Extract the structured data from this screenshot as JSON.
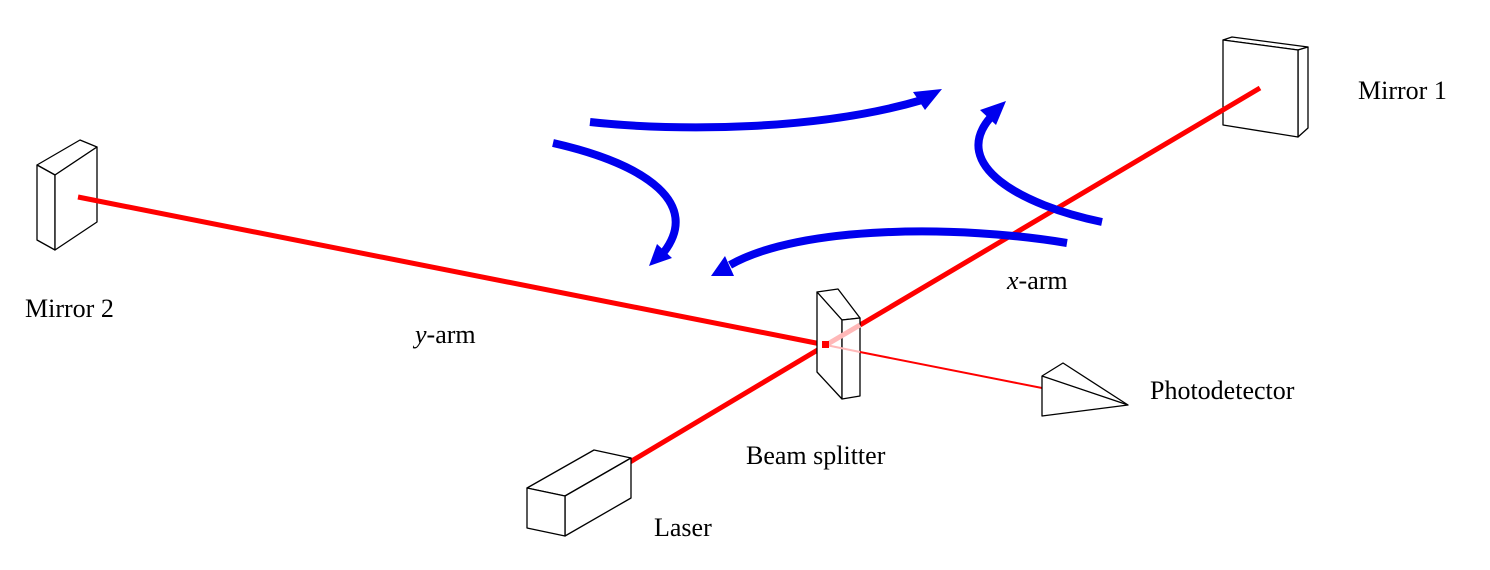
{
  "labels": {
    "mirror1": "Mirror 1",
    "mirror2": "Mirror 2",
    "x_arm_var": "x",
    "y_arm_var": "y",
    "arm_suffix": "-arm",
    "photodetector": "Photodetector",
    "beam_splitter": "Beam splitter",
    "laser": "Laser"
  },
  "colors": {
    "beam": "#ff0000",
    "arrows": "#0000ee",
    "outline": "#000000"
  }
}
